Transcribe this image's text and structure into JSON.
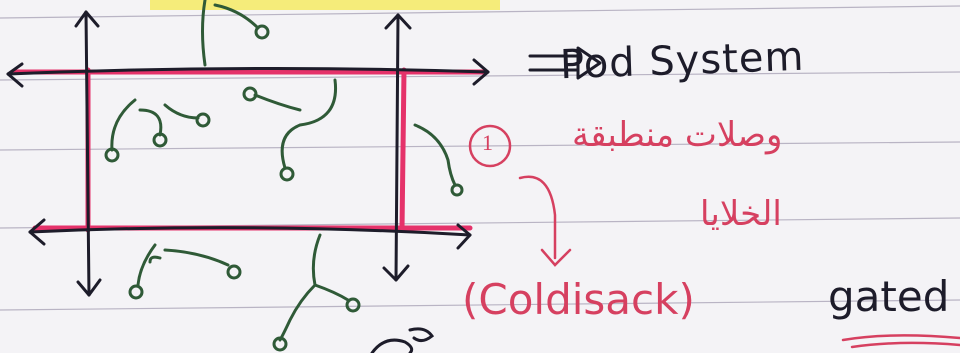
{
  "notes": {
    "title": "Pod System",
    "bullet_number": "1",
    "arabic_line_1": "وصلات منطبقة",
    "arabic_line_2": "الخلايا",
    "english_term": "(Coldisack)",
    "gated": "gated"
  },
  "colors": {
    "paper": "#f4f3f6",
    "rule": "#b9b4c4",
    "ink_black": "#1d1c2a",
    "ink_pink": "#e5326a",
    "ink_green": "#2f5a37",
    "ink_red": "#d64060",
    "highlight_yellow": "#f5ec7a"
  }
}
